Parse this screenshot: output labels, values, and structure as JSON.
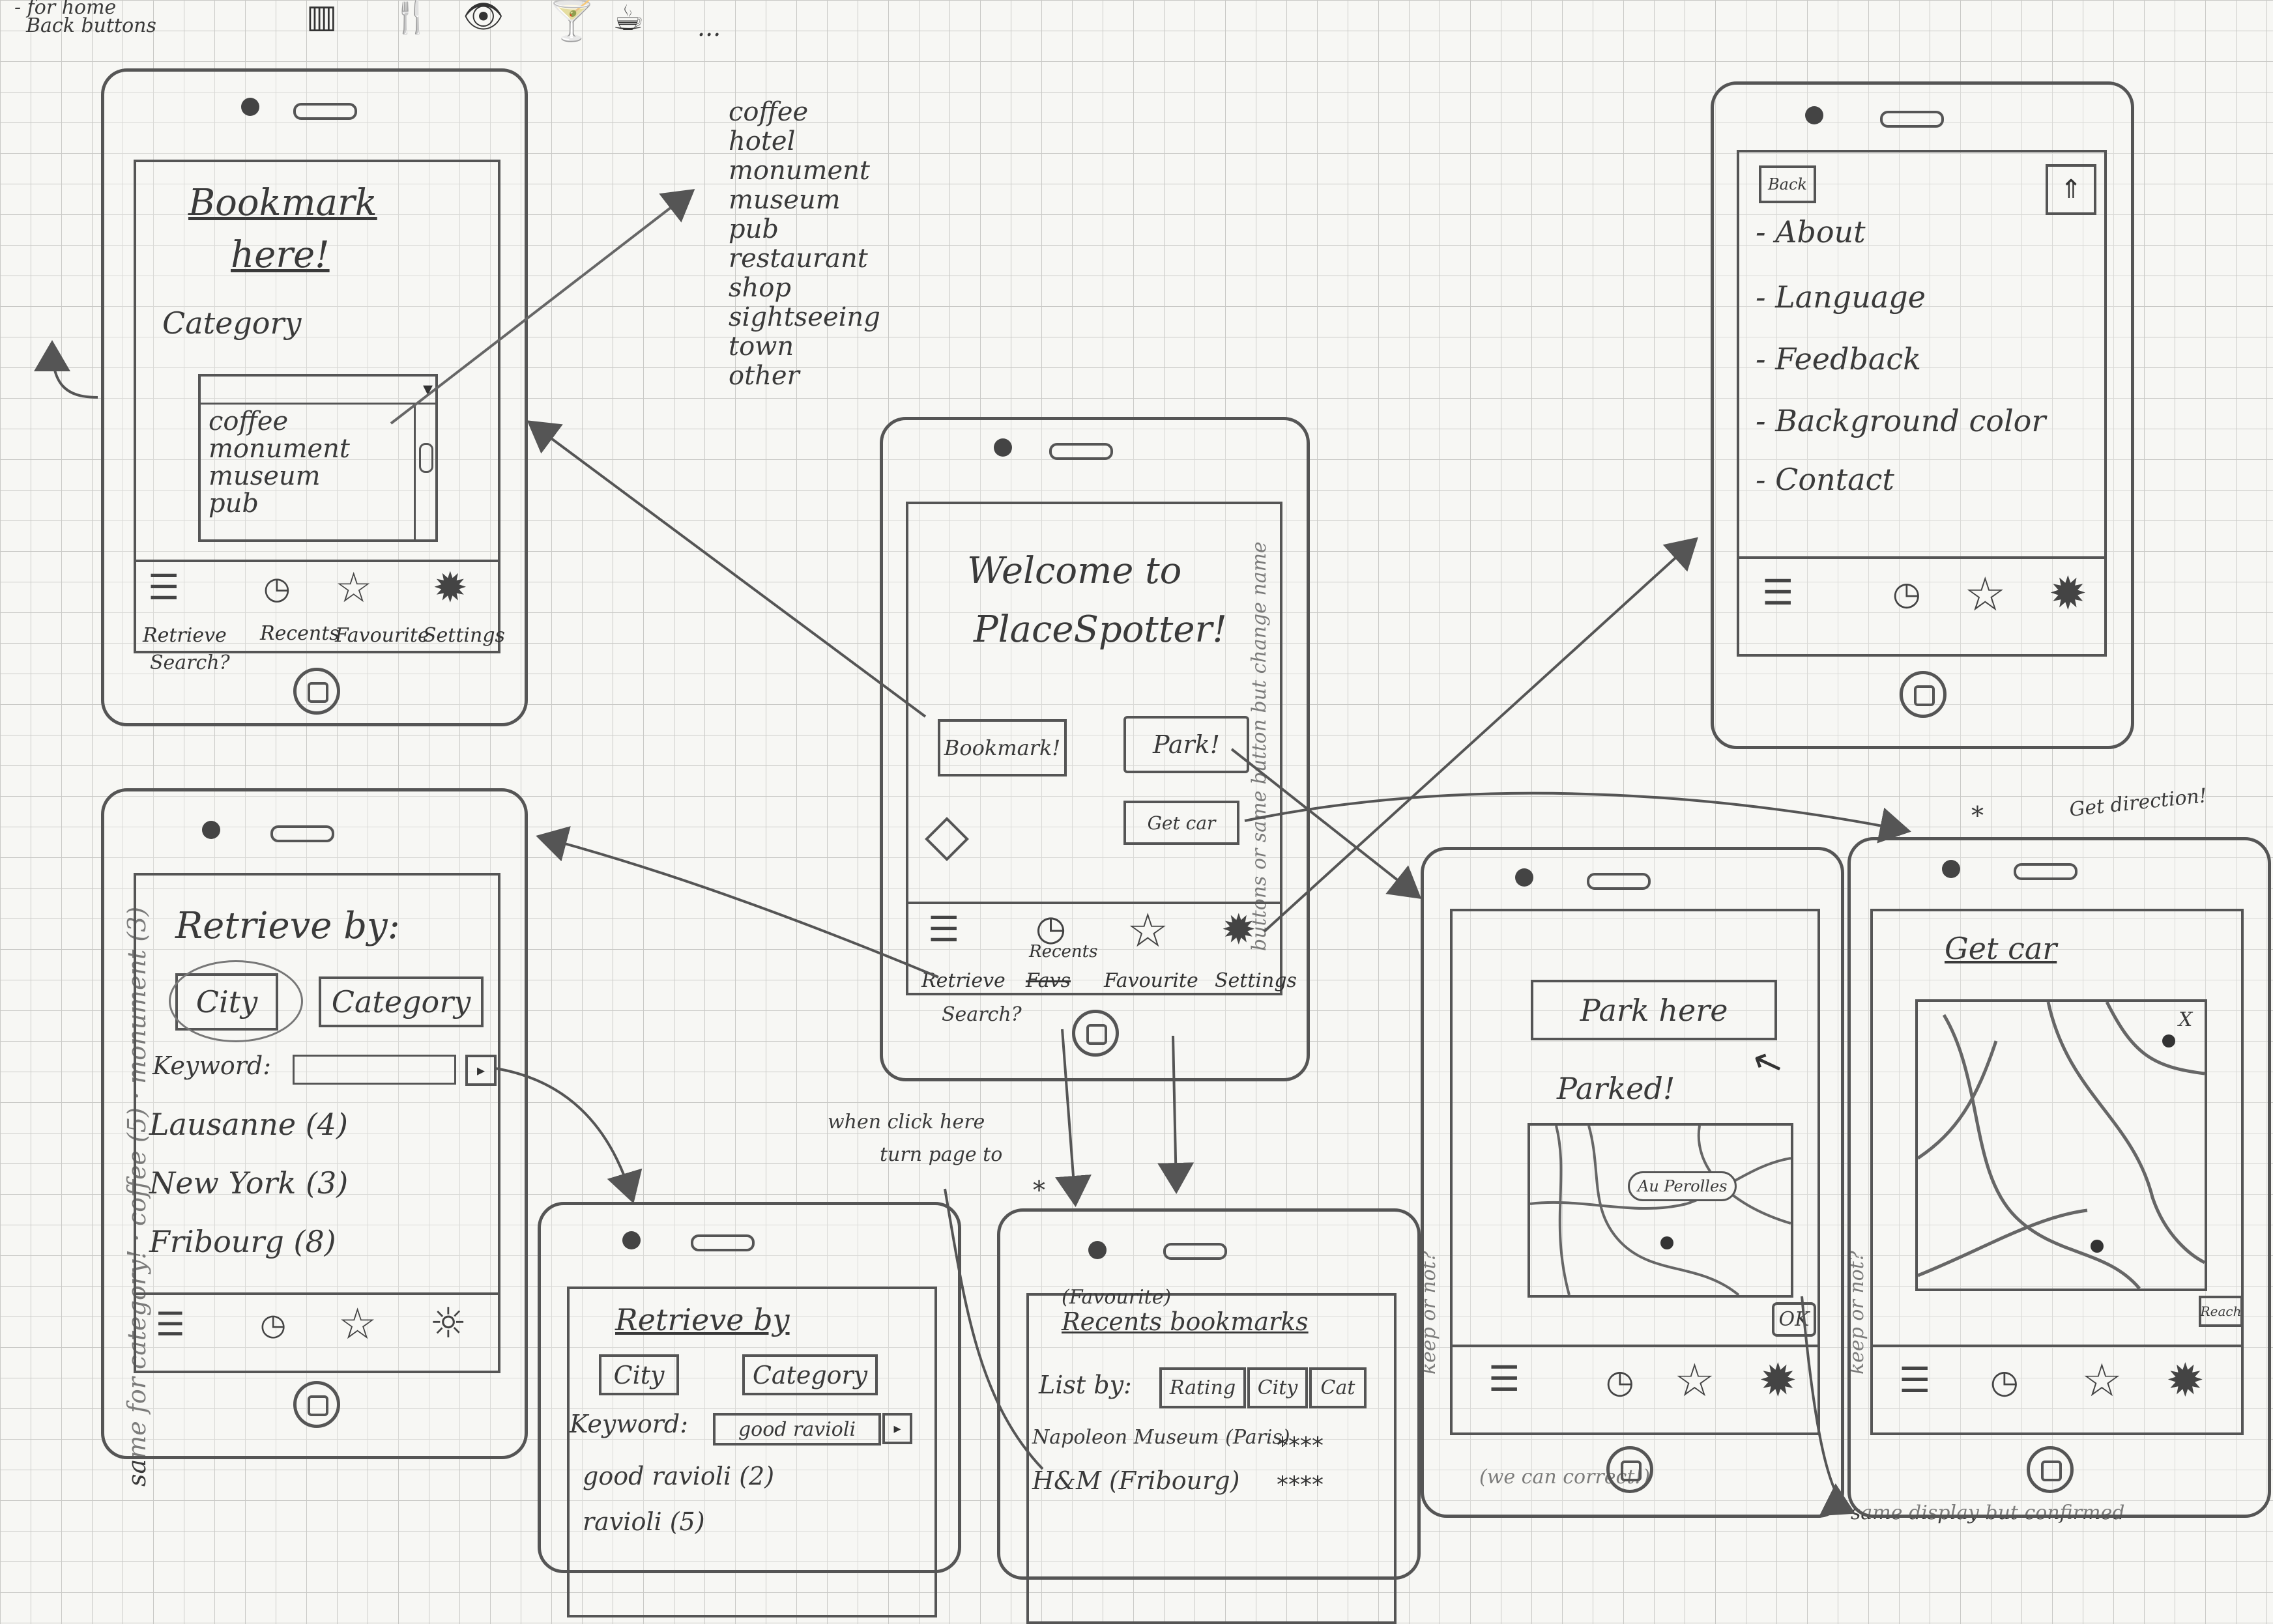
{
  "notes": {
    "top_left": [
      "- for home",
      "Back buttons"
    ],
    "top_icons_trailing": "...",
    "category_list": [
      "coffee",
      "hotel",
      "monument",
      "museum",
      "pub",
      "restaurant",
      "shop",
      "sightseeing",
      "town",
      "other"
    ],
    "left_margin": "same for category! · coffee (5) · monument (3)",
    "when_click": "when click here",
    "turn_page": "turn page to",
    "get_direction": "Get direction!",
    "buttons_note": "buttons or same button but change name",
    "we_can_correct": "(we can correct!)",
    "same_display": "same display but confirmed",
    "keep_or_not": "keep or not?",
    "asterisk": "*"
  },
  "tabbar": {
    "retrieve": "Retrieve",
    "recents": "Recents",
    "favourite": "Favourite",
    "settings": "Settings",
    "search_q": "Search?",
    "recents_alt": "Favs"
  },
  "bookmark_screen": {
    "title_line1": "Bookmark",
    "title_line2": "here!",
    "category_label": "Category",
    "dropdown_options": [
      "coffee",
      "monument",
      "museum",
      "pub"
    ]
  },
  "welcome_screen": {
    "title_line1": "Welcome to",
    "title_line2": "PlaceSpotter!",
    "bookmark_button": "Bookmark!",
    "park_button": "Park!",
    "get_car_button": "Get car"
  },
  "settings_screen": {
    "back_button": "Back",
    "items": [
      "- About",
      "- Language",
      "- Feedback",
      "- Background color",
      "- Contact"
    ]
  },
  "retrieve_screen": {
    "title": "Retrieve by:",
    "city_button": "City",
    "category_button": "Category",
    "keyword_label": "Keyword:",
    "results": [
      "Lausanne (4)",
      "New York (3)",
      "Fribourg (8)"
    ]
  },
  "retrieve_search_screen": {
    "title": "Retrieve by",
    "city_button": "City",
    "category_button": "Category",
    "keyword_label": "Keyword:",
    "keyword_value": "good ravioli",
    "results": [
      "good ravioli (2)",
      "ravioli (5)"
    ]
  },
  "recents_screen": {
    "heading_small": "(Favourite)",
    "heading": "Recents bookmarks",
    "list_by_label": "List by:",
    "rating_button": "Rating",
    "city_button": "City",
    "cat_button": "Cat",
    "items": [
      {
        "name": "Napoleon Museum (Paris)",
        "rating": "****"
      },
      {
        "name": "H&M (Fribourg)",
        "rating": "****"
      }
    ]
  },
  "park_screen": {
    "park_here_button": "Park here",
    "parked_label": "Parked!",
    "map_label": "Au Perolles",
    "ok_button": "OK"
  },
  "getcar_screen": {
    "title": "Get car",
    "reach_button": "Reach",
    "marker": "X"
  }
}
